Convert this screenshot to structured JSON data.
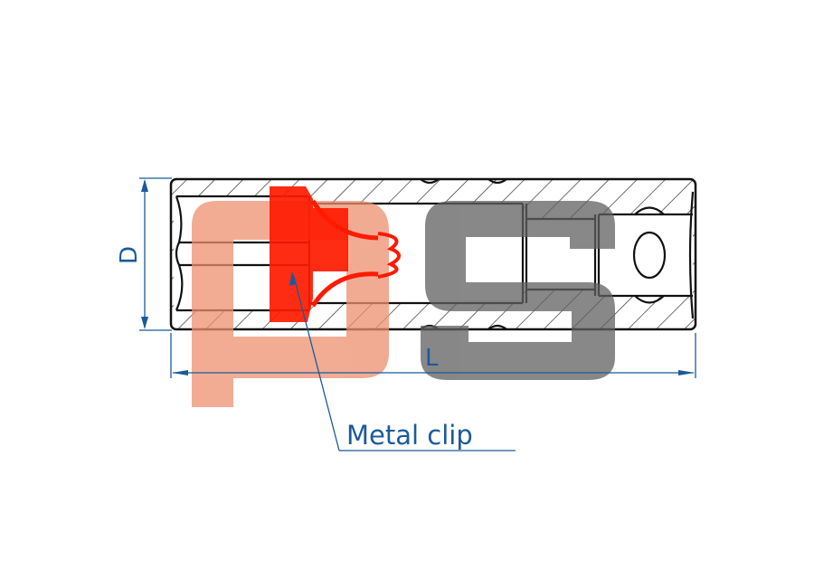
{
  "diagram": {
    "dimension_diameter_label": "D",
    "dimension_length_label": "L",
    "callout_label": "Metal clip",
    "watermark_text": "ps",
    "colors": {
      "outline": "#111111",
      "dimension": "#1a5a9a",
      "clip": "#ff1a00",
      "watermark_p": "#ee9070",
      "watermark_s": "#707070"
    }
  }
}
